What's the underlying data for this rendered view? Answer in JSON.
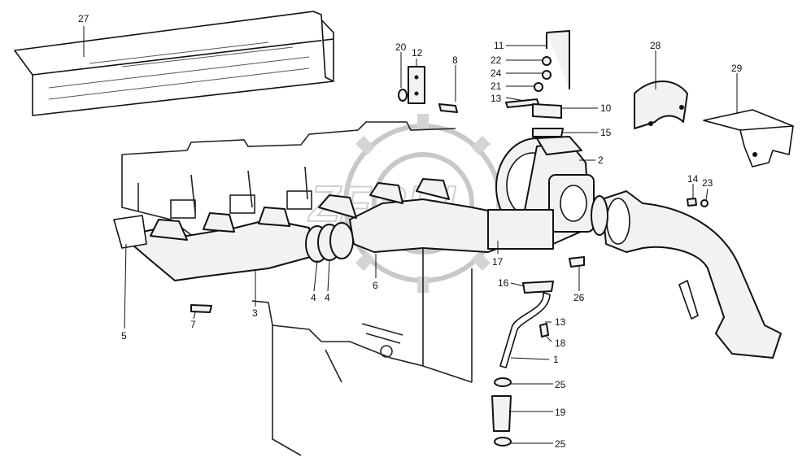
{
  "diagram": {
    "callouts": [
      "27",
      "20",
      "12",
      "8",
      "11",
      "22",
      "24",
      "21",
      "13",
      "10",
      "15",
      "2",
      "28",
      "29",
      "14",
      "23",
      "26",
      "13",
      "18",
      "16",
      "1",
      "25",
      "19",
      "25",
      "17",
      "6",
      "3",
      "4",
      "4",
      "5",
      "7"
    ],
    "watermark_text": "ZFBEI"
  }
}
